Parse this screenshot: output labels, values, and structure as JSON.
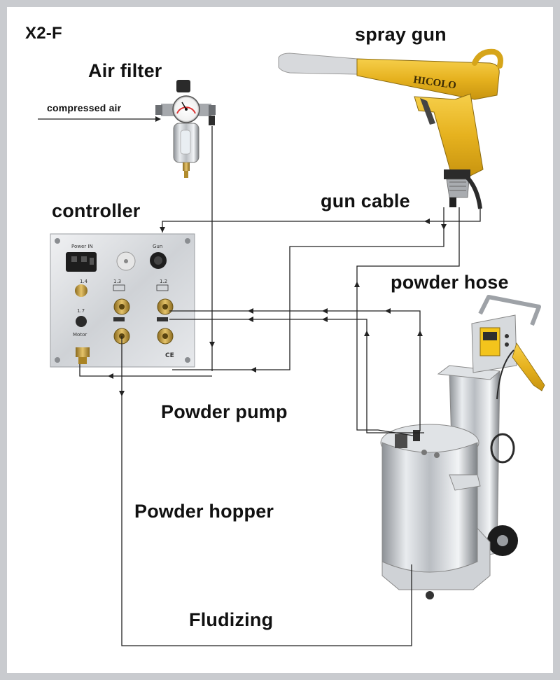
{
  "model": "X2-F",
  "labels": {
    "air_filter": "Air filter",
    "compressed_air": "compressed air",
    "spray_gun": "spray gun",
    "gun_brand": "HICOLO",
    "gun_cable": "gun cable",
    "controller": "controller",
    "powder_hose": "powder hose",
    "powder_pump": "Powder pump",
    "powder_hopper": "Powder hopper",
    "fluidizing": "Fludizing"
  },
  "controller_panel": {
    "power_in": "Power IN",
    "gun": "Gun",
    "port_1_4": "1.4",
    "port_1_3": "1.3",
    "port_1_2": "1.2",
    "port_1_7": "1.7",
    "motor": "Motor",
    "ce_mark": "CE"
  }
}
